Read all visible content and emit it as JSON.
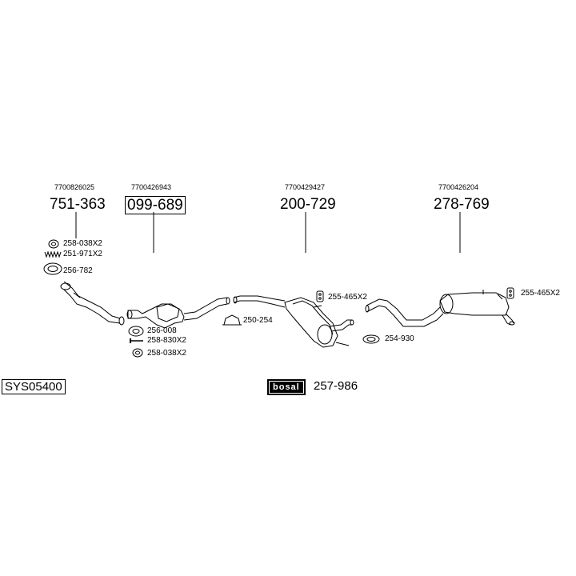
{
  "system_code": "SYS05400",
  "brand": {
    "logo_text": "bosal",
    "code": "257-986"
  },
  "parts": [
    {
      "oem": "7700826025",
      "part": "751-363",
      "boxed": false
    },
    {
      "oem": "7700426943",
      "part": "099-689",
      "boxed": true
    },
    {
      "oem": "7700429427",
      "part": "200-729",
      "boxed": false
    },
    {
      "oem": "7700426204",
      "part": "278-769",
      "boxed": false
    }
  ],
  "accessories": {
    "a1": "258-038X2",
    "a2": "251-971X2",
    "a3": "256-782",
    "a4": "256-008",
    "a5": "258-830X2",
    "a6": "258-038X2",
    "a7": "250-254",
    "a8": "255-465X2",
    "a9": "254-930",
    "a10": "255-465X2"
  },
  "icons": {
    "nut": "nut-icon",
    "spring": "spring-icon",
    "gasket": "gasket-icon",
    "bolt": "bolt-icon",
    "clamp": "clamp-icon",
    "hanger": "rubber-hanger-icon"
  }
}
